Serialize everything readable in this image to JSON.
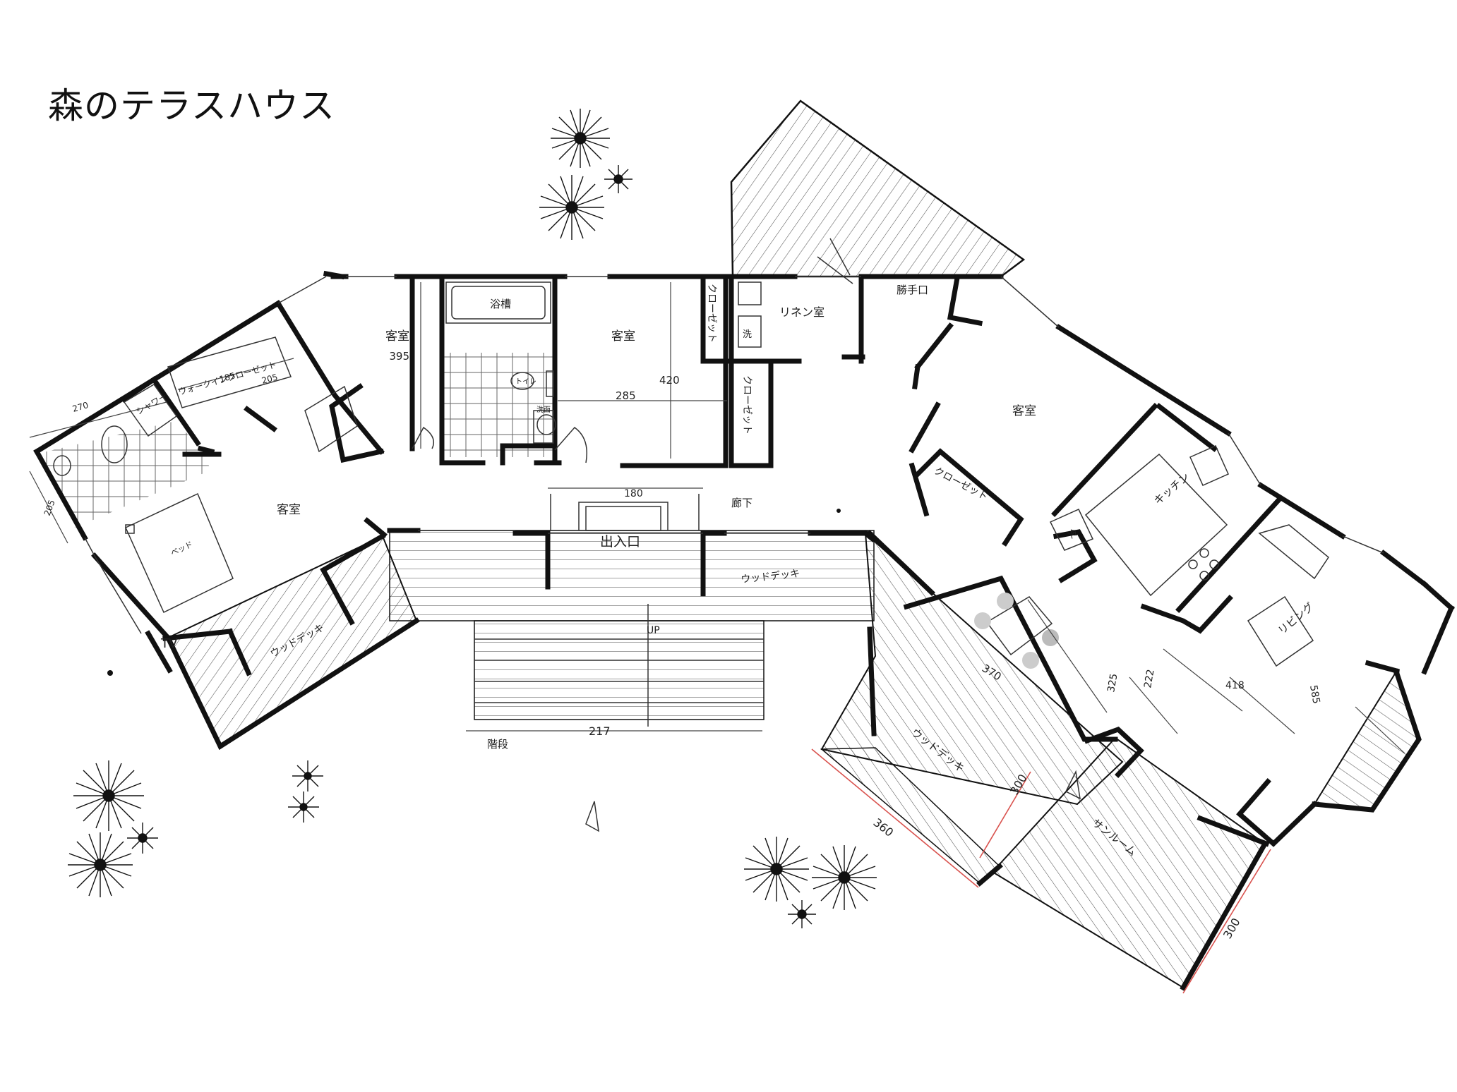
{
  "title": "森のテラスハウス",
  "rooms": {
    "guest_left": "客室",
    "guest_2": "客室",
    "guest_3": "客室",
    "guest_right": "客室",
    "bath": "浴槽",
    "toilet": "トイレ",
    "washroom": "洗面",
    "walkin": "ウォークインクローゼット",
    "shower": "シャワー",
    "closet_1": "クローゼット",
    "closet_2": "クローゼット",
    "closet_3": "クローゼット",
    "linen": "リネン室",
    "laundry": "洗",
    "service_entrance": "勝手口",
    "hall": "廊下",
    "entrance": "出入口",
    "kitchen": "キッチン",
    "fridge": "冷",
    "living": "リビング",
    "bed": "ベッド",
    "tv": "TV",
    "deck_left": "ウッドデッキ",
    "deck_center": "ウッドデッキ",
    "deck_right": "ウッドデッキ",
    "sunroom": "サンルーム",
    "stairs": "階段",
    "up": "UP"
  },
  "dimensions": {
    "d395": "395",
    "d420": "420",
    "d285": "285",
    "d180": "180",
    "d185": "185",
    "d205a": "205",
    "d205b": "205",
    "d270": "270",
    "d370": "370",
    "d325": "325",
    "d222": "222",
    "d418": "418",
    "d585": "585",
    "d217": "217",
    "d360": "360",
    "d300a": "300",
    "d300b": "300"
  }
}
